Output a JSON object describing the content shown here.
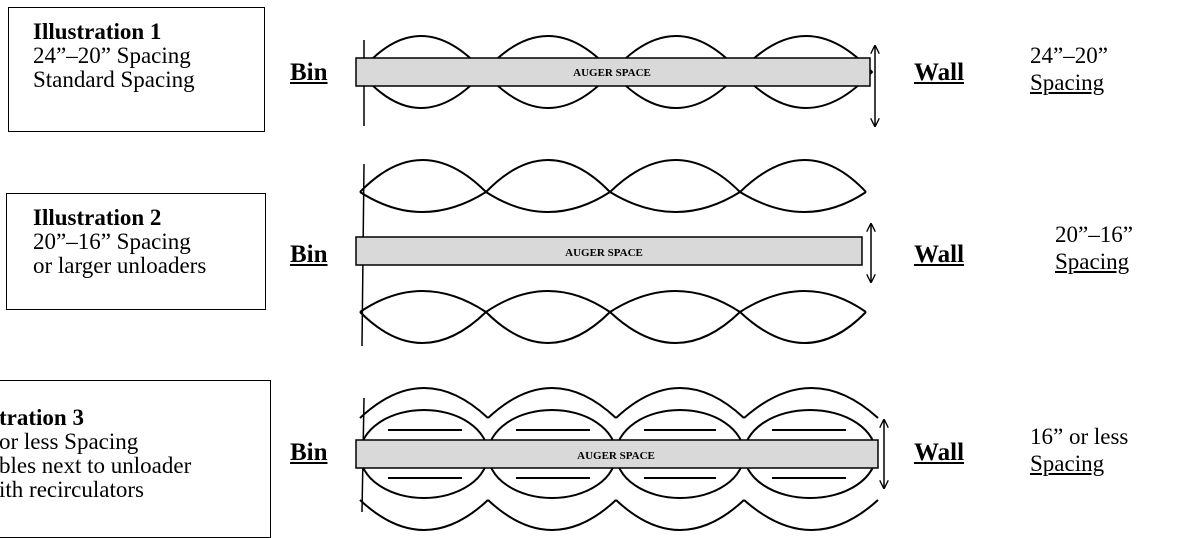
{
  "illustrations": [
    {
      "title": "Illustration 1",
      "line1": "24”–20” Spacing",
      "line2": "Standard Spacing",
      "line3": "",
      "bin_label": "Bin",
      "wall_label": "Wall",
      "auger_label": "AUGER SPACE",
      "spacing_value": "24”–20”",
      "spacing_word": "Spacing"
    },
    {
      "title": "Illustration 2",
      "line1": "20”–16” Spacing",
      "line2": "or larger unloaders",
      "line3": "",
      "bin_label": "Bin",
      "wall_label": "Wall",
      "auger_label": "AUGER SPACE",
      "spacing_value": "20”–16”",
      "spacing_word": "Spacing"
    },
    {
      "title": "tration 3",
      "line1": "or less Spacing",
      "line2": "bles next to unloader",
      "line3": "ith recirculators",
      "bin_label": "Bin",
      "wall_label": "Wall",
      "auger_label": "AUGER SPACE",
      "spacing_value": "16” or less",
      "spacing_word": "Spacing"
    }
  ]
}
